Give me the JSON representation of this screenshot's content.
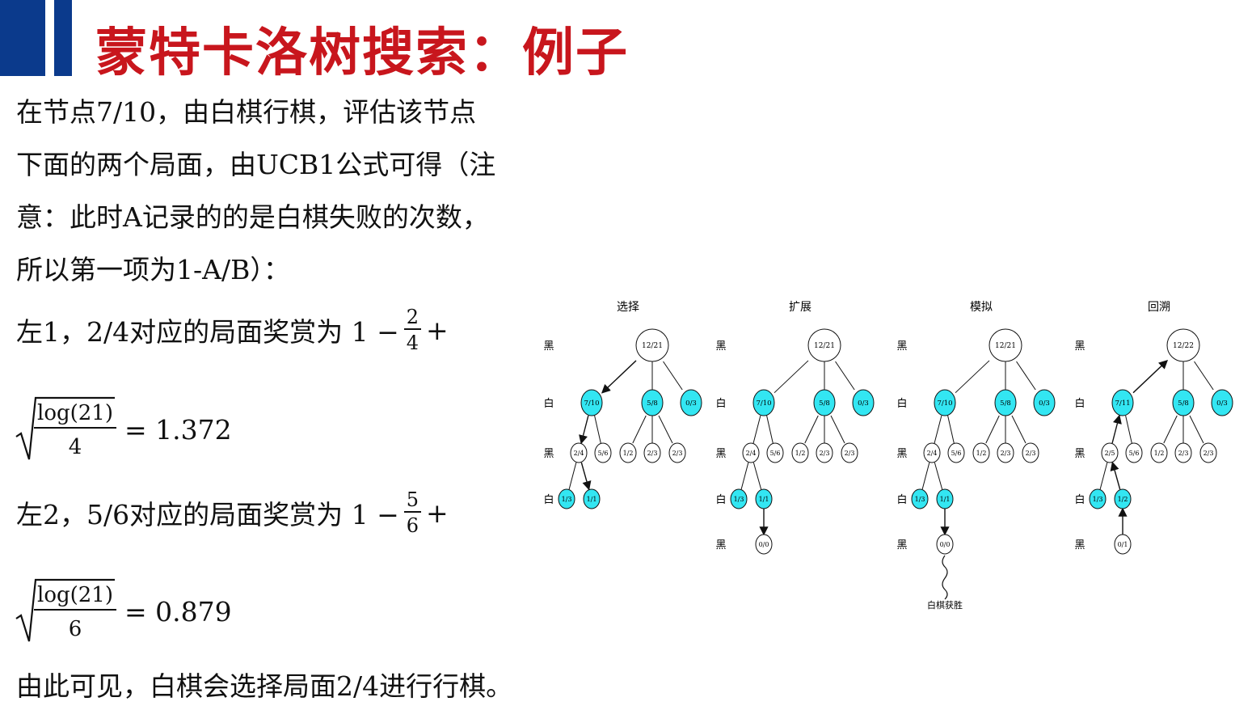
{
  "title": "蒙特卡洛树搜索：例子",
  "intro_lines": [
    "在节点7/10，由白棋行棋，评估该节点",
    "下面的两个局面，由UCB1公式可得（注",
    "意：此时A记录的的是白棋失败的次数，",
    "所以第一项为1-A/B）："
  ],
  "left1": {
    "prefix": "左1，2/4对应的局面奖赏为 1 −",
    "frac_num": "2",
    "frac_den": "4",
    "plus": "+",
    "sqrt_num": "log(21)",
    "sqrt_den": "4",
    "result": "= 1.372"
  },
  "left2": {
    "prefix": "左2，5/6对应的局面奖赏为 1 −",
    "frac_num": "5",
    "frac_den": "6",
    "plus": "+",
    "sqrt_num": "log(21)",
    "sqrt_den": "6",
    "result": "= 0.879"
  },
  "conclusion": "由此可见，白棋会选择局面2/4进行行棋。",
  "colors": {
    "title": "#c8161d",
    "bar": "#0b3a8c",
    "highlight": "#33e6f2"
  },
  "diagram": {
    "row_labels": [
      "黑",
      "白",
      "黑",
      "白",
      "黑"
    ],
    "sim_label": "白棋获胜",
    "panels": [
      {
        "title": "选择",
        "nodes": {
          "root": "12/21",
          "a": "7/10",
          "b": "5/8",
          "c": "0/3",
          "d": "2/4",
          "e": "5/6",
          "f": "1/2",
          "g": "2/3",
          "h": "2/3",
          "i": "1/3",
          "j": "1/1"
        }
      },
      {
        "title": "扩展",
        "nodes": {
          "root": "12/21",
          "a": "7/10",
          "b": "5/8",
          "c": "0/3",
          "d": "2/4",
          "e": "5/6",
          "f": "1/2",
          "g": "2/3",
          "h": "2/3",
          "i": "1/3",
          "j": "1/1",
          "k": "0/0"
        }
      },
      {
        "title": "模拟",
        "nodes": {
          "root": "12/21",
          "a": "7/10",
          "b": "5/8",
          "c": "0/3",
          "d": "2/4",
          "e": "5/6",
          "f": "1/2",
          "g": "2/3",
          "h": "2/3",
          "i": "1/3",
          "j": "1/1",
          "k": "0/0"
        }
      },
      {
        "title": "回溯",
        "nodes": {
          "root": "12/22",
          "a": "7/11",
          "b": "5/8",
          "c": "0/3",
          "d": "2/5",
          "e": "5/6",
          "f": "1/2",
          "g": "2/3",
          "h": "2/3",
          "i": "1/3",
          "j": "1/2",
          "k": "0/1"
        }
      }
    ]
  }
}
